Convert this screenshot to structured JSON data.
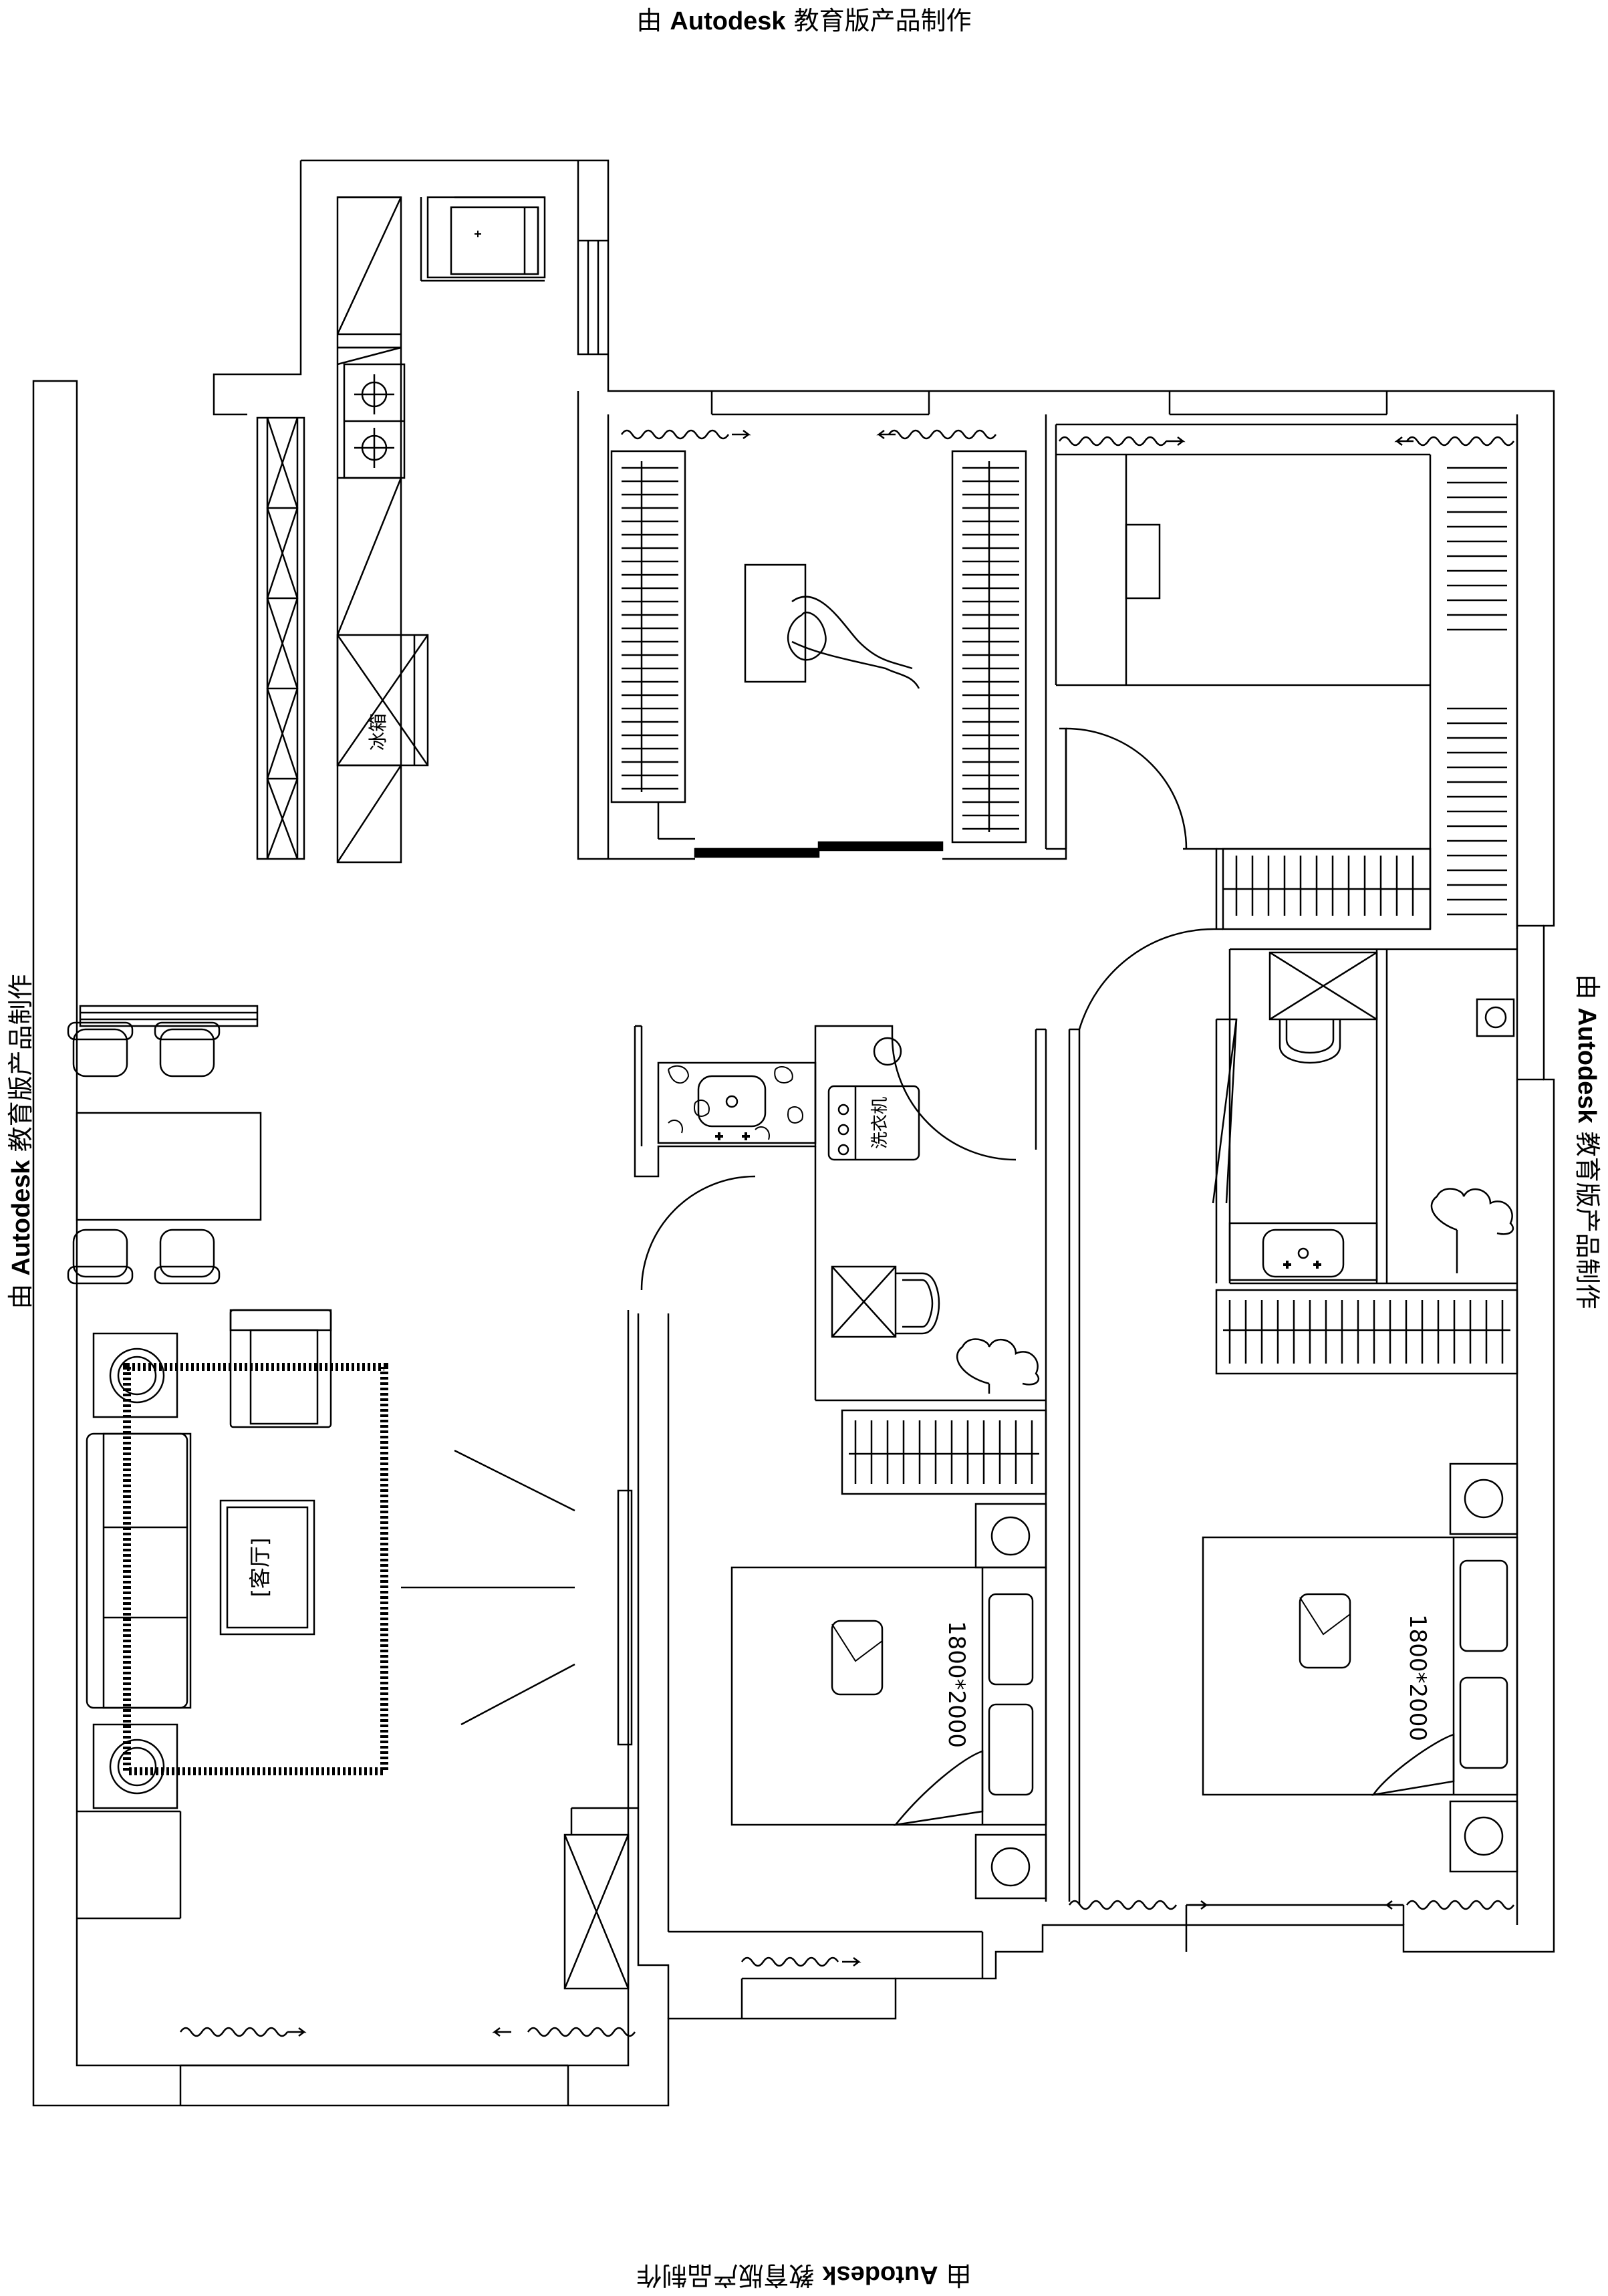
{
  "watermark": {
    "prefix": "由",
    "brand": "Autodesk",
    "suffix": "教育版产品制作"
  },
  "rooms": {
    "living_room": "[客厅]",
    "fridge": "冰箱",
    "washing_machine": "洗衣机",
    "bed_1_size": "1800*2000",
    "bed_2_size": "1800*2000"
  },
  "colors": {
    "line": "#000000",
    "background": "#ffffff"
  }
}
